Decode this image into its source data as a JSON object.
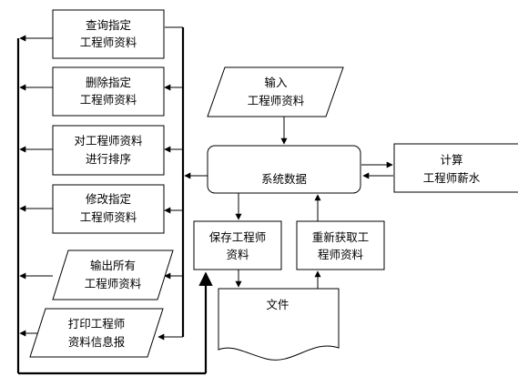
{
  "nodes": {
    "query": {
      "lines": [
        "查询指定",
        "工程师资料"
      ]
    },
    "delete": {
      "lines": [
        "删除指定",
        "工程师资料"
      ]
    },
    "sort": {
      "lines": [
        "对工程师资料",
        "进行排序"
      ]
    },
    "modify": {
      "lines": [
        "修改指定",
        "工程师资料"
      ]
    },
    "output": {
      "lines": [
        "输出所有",
        "工程师资料"
      ]
    },
    "print": {
      "lines": [
        "打印工程师",
        "资料信息报"
      ]
    },
    "input": {
      "lines": [
        "输入",
        "工程师资料"
      ]
    },
    "system": {
      "lines": [
        "系统数据"
      ]
    },
    "salary": {
      "lines": [
        "计算",
        "工程师薪水"
      ]
    },
    "save": {
      "lines": [
        "保存工程师",
        "资料"
      ]
    },
    "reload": {
      "lines": [
        "重新获取工",
        "程师资料"
      ]
    },
    "file": {
      "lines": [
        "文件"
      ]
    }
  },
  "colors": {
    "stroke": "#000000",
    "fill": "#ffffff",
    "text": "#000000"
  }
}
